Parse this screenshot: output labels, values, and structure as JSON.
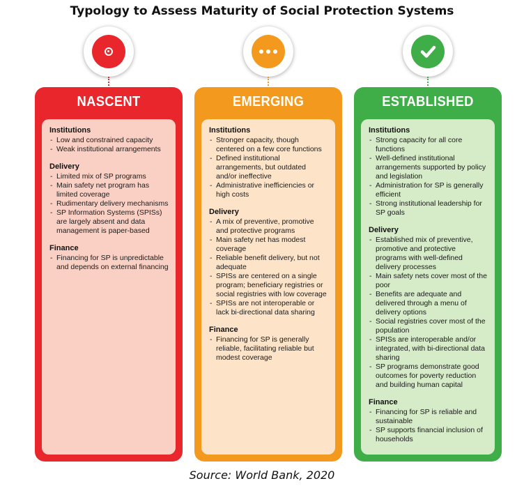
{
  "title": "Typology to Assess Maturity of Social Protection Systems",
  "source": "Source: World Bank, 2020",
  "colors": {
    "nascent": "#e8262b",
    "emerging": "#f39a1e",
    "established": "#3fae48"
  },
  "columns": [
    {
      "key": "nascent",
      "icon": "record-dot-icon",
      "heading": "NASCENT",
      "sections": [
        {
          "title": "Institutions",
          "items": [
            "Low and constrained capacity",
            "Weak institutional arrangements"
          ]
        },
        {
          "title": "Delivery",
          "items": [
            "Limited mix of SP programs",
            "Main safety net program has limited coverage",
            "Rudimentary delivery mechanisms",
            "SP Information Systems (SPISs) are largely absent and data management is paper-based"
          ]
        },
        {
          "title": "Finance",
          "items": [
            "Financing for SP is unpredictable and depends on external financing"
          ]
        }
      ]
    },
    {
      "key": "emerging",
      "icon": "ellipsis-icon",
      "heading": "EMERGING",
      "sections": [
        {
          "title": "Institutions",
          "items": [
            "Stronger capacity, though centered on a few core functions",
            "Defined institutional arrangements, but outdated and/or ineffective",
            "Administrative inefficiencies or high costs"
          ]
        },
        {
          "title": "Delivery",
          "items": [
            "A mix of preventive, promotive and protective programs",
            "Main safety net has modest coverage",
            "Reliable benefit delivery, but not adequate",
            "SPISs are centered on a single program; beneficiary registries or social registries with low coverage",
            "SPISs are not interoperable or lack bi-directional data sharing"
          ]
        },
        {
          "title": "Finance",
          "items": [
            "Financing for SP is generally reliable, facilitating reliable but modest coverage"
          ]
        }
      ]
    },
    {
      "key": "established",
      "icon": "checkmark-icon",
      "heading": "ESTABLISHED",
      "sections": [
        {
          "title": "Institutions",
          "items": [
            "Strong capacity for all core functions",
            "Well-defined institutional arrangements supported by policy and legislation",
            "Administration for SP is generally efficient",
            "Strong institutional leadership for SP goals"
          ]
        },
        {
          "title": "Delivery",
          "items": [
            "Established mix of preventive, promotive and protective programs with well-defined delivery processes",
            "Main safety nets cover most of the poor",
            "Benefits are adequate and delivered through a menu of delivery options",
            "Social registries cover most of the population",
            "SPISs are interoperable and/or integrated, with bi-directional data sharing",
            "SP programs demonstrate good outcomes for poverty reduction and building human capital"
          ]
        },
        {
          "title": "Finance",
          "items": [
            "Financing for SP is reliable and sustainable",
            "SP supports financial inclusion of households"
          ]
        }
      ]
    }
  ]
}
